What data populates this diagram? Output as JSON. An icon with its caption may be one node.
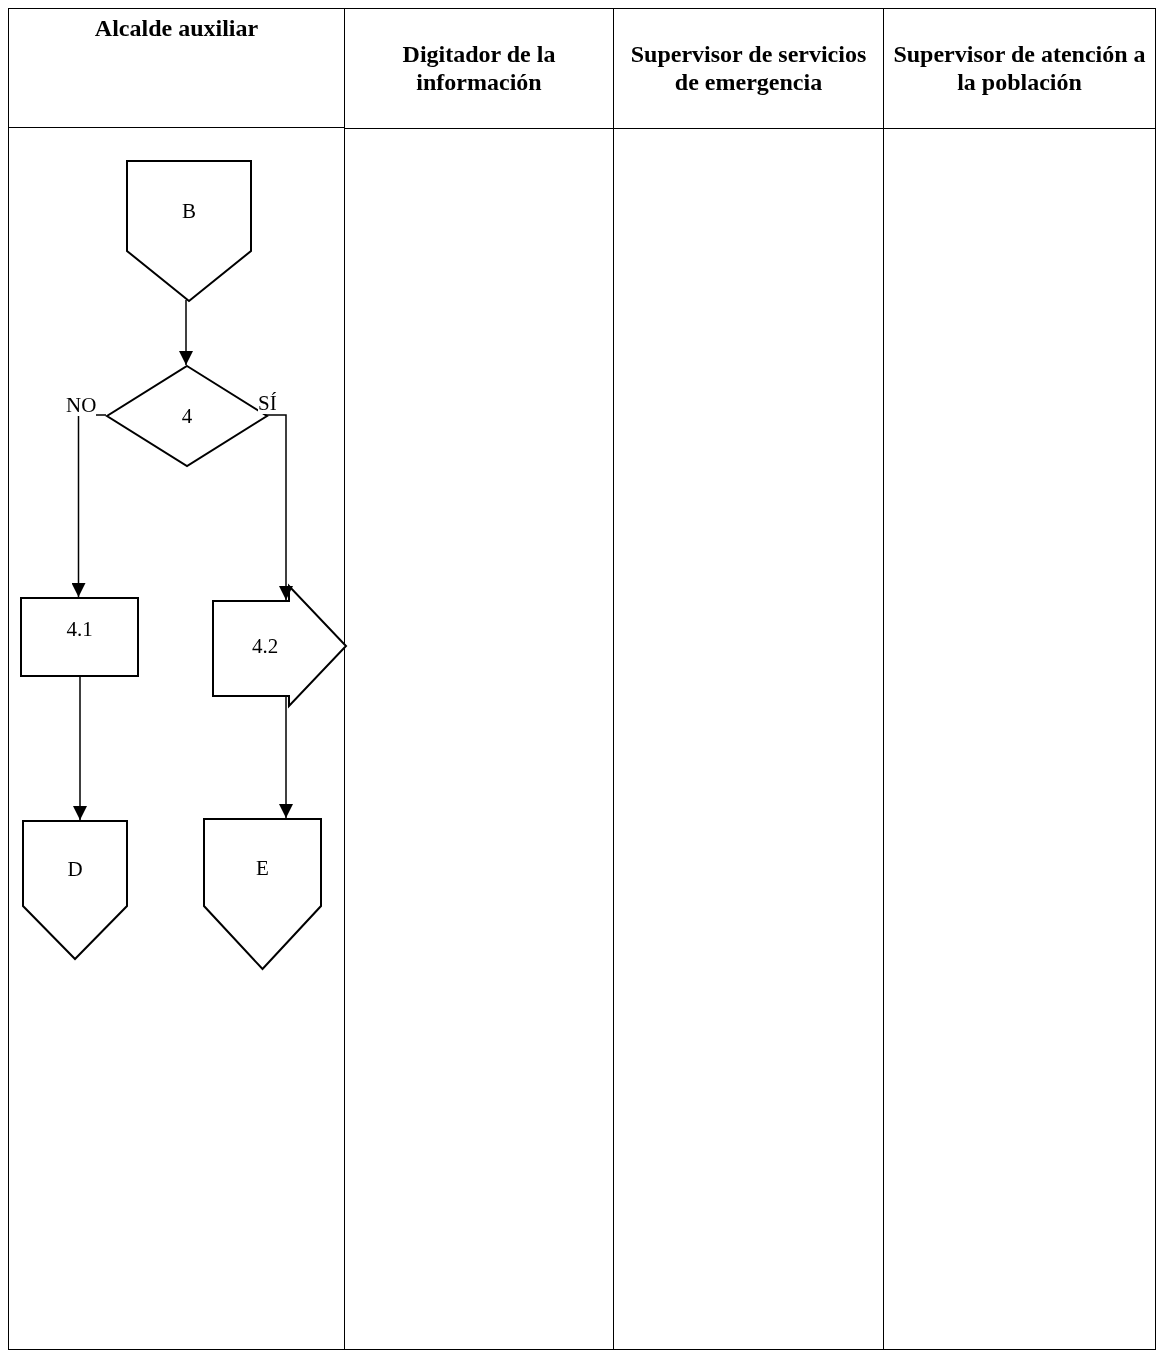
{
  "diagram": {
    "nodes": [
      {
        "text": [
          "Alcalde auxiliar"
        ]
      },
      {
        "text": [
          "Digitador de la información"
        ]
      },
      {
        "text": [
          "Supervisor de servicios de emergencia"
        ]
      },
      {
        "text": [
          "Supervisor de atención a la población"
        ]
      },
      {
        "text": [
          "B"
        ],
        "in": 0
      },
      {
        "text": [
          "4"
        ],
        "in": 0
      },
      {
        "text": [
          "4.1"
        ],
        "in": 0
      },
      {
        "text": [
          "4.2"
        ],
        "in": 0
      },
      {
        "text": [
          "D"
        ],
        "in": 0
      },
      {
        "text": [
          "E"
        ],
        "in": 0
      }
    ],
    "edges": [
      {
        "from": 4,
        "to": 5,
        "arrow": "to"
      },
      {
        "from": 5,
        "to": 6,
        "arrow": "to",
        "label": "NO"
      },
      {
        "from": 5,
        "to": 7,
        "arrow": "to",
        "label": "SÍ"
      },
      {
        "from": 6,
        "to": 8,
        "arrow": "to"
      },
      {
        "from": 7,
        "to": 9,
        "arrow": "to"
      }
    ]
  }
}
